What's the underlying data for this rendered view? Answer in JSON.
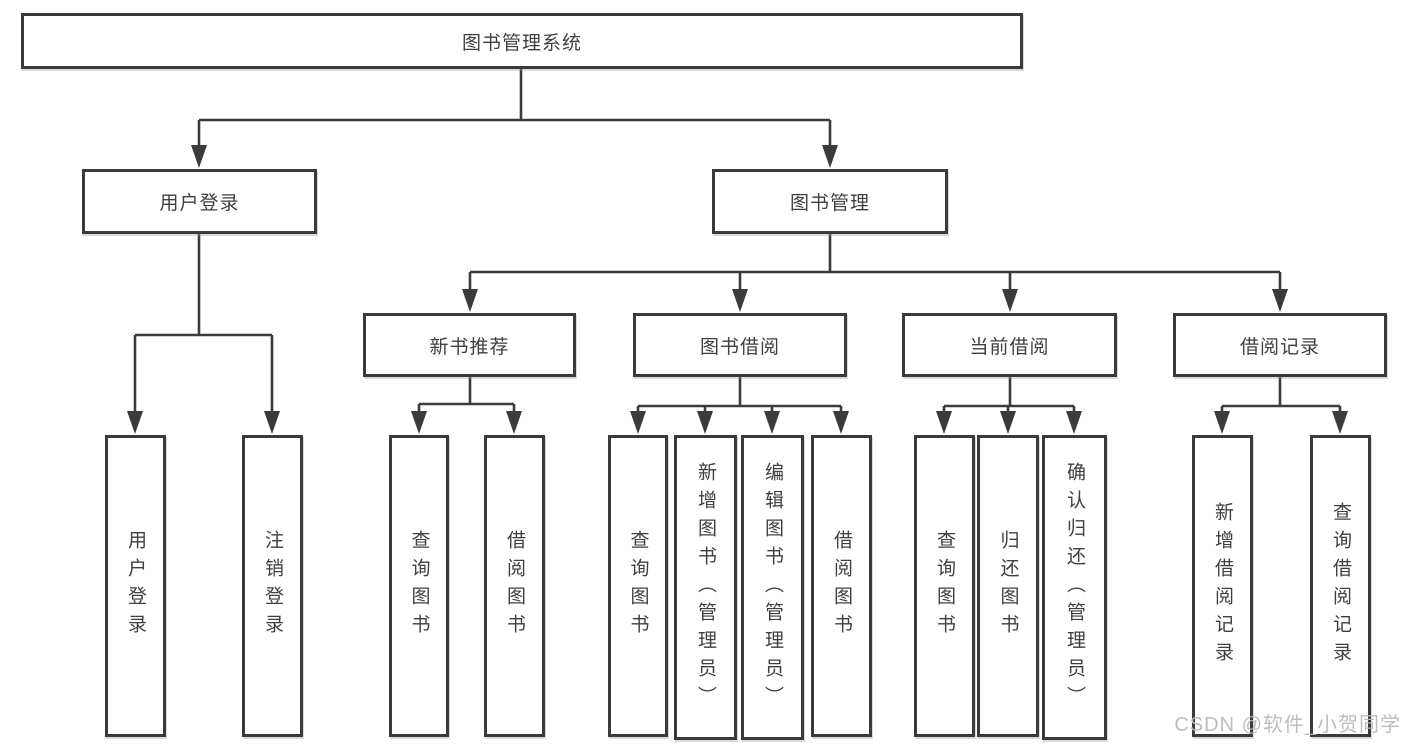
{
  "nodes": {
    "root": "图书管理系统",
    "user_login": "用户登录",
    "book_mgmt": "图书管理",
    "new_book_rec": "新书推荐",
    "book_borrow": "图书借阅",
    "current_borrow": "当前借阅",
    "borrow_record": "借阅记录",
    "leaf_user_login": "用户登录",
    "leaf_logout": "注销登录",
    "leaf_query_book_rec": "查询图书",
    "leaf_borrow_book_rec": "借阅图书",
    "leaf_query_book_borrow": "查询图书",
    "leaf_add_book": "新增图书（管理员）",
    "leaf_edit_book": "编辑图书（管理员）",
    "leaf_borrow_book_borrow": "借阅图书",
    "leaf_query_book_current": "查询图书",
    "leaf_return_book": "归还图书",
    "leaf_confirm_return": "确认归还（管理员）",
    "leaf_add_record": "新增借阅记录",
    "leaf_query_record": "查询借阅记录"
  },
  "watermark": "CSDN @软件_小贺同学",
  "colors": {
    "line": "#3b3b3b",
    "box_border": "#3a3a3a",
    "text": "#3f3f3f",
    "watermark": "#b9b9b9"
  }
}
